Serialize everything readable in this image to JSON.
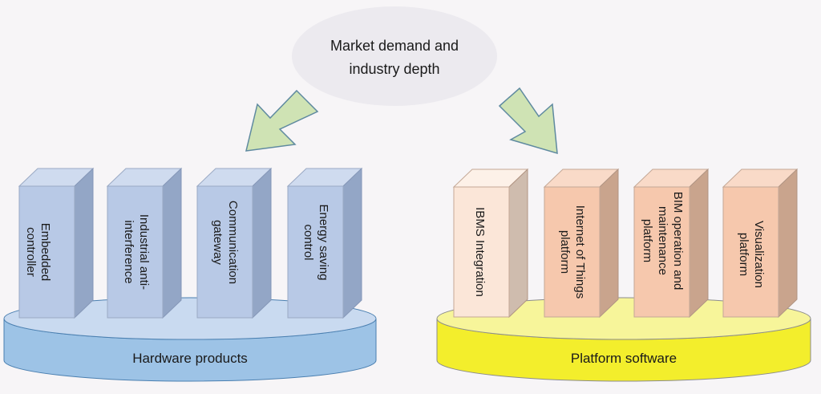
{
  "top_ellipse": {
    "lines": [
      "Market demand and",
      "industry depth"
    ],
    "fill": "#eceaef"
  },
  "arrow_color": "#cfe3b4",
  "arrow_stroke": "#5f8aa0",
  "hardware": {
    "label": "Hardware products",
    "platform_top": "#c9daf0",
    "platform_side": "#9dc3e6",
    "platform_stroke": "#4a7fb0",
    "box_front": "#b8c9e6",
    "box_top": "#cfdbef",
    "box_side": "#93a6c6",
    "boxes": [
      {
        "lines": [
          "Embedded",
          "controller"
        ]
      },
      {
        "lines": [
          "Industrial anti-",
          "interference"
        ]
      },
      {
        "lines": [
          "Communication",
          "gateway"
        ]
      },
      {
        "lines": [
          "Energy saving",
          "control"
        ]
      }
    ]
  },
  "software": {
    "label": "Platform software",
    "platform_top": "#f7f59a",
    "platform_side": "#f3ee2c",
    "platform_stroke": "#8c8c8c",
    "boxes": [
      {
        "lines": [
          "IBMS Integration"
        ],
        "front": "#fbe6d8",
        "top": "#fdf1e8",
        "side": "#cfbcae"
      },
      {
        "lines": [
          "Internet of Things",
          "platform"
        ],
        "front": "#f6c8ad",
        "top": "#f9dac8",
        "side": "#c9a48d"
      },
      {
        "lines": [
          "BIM operation and",
          "maintenance",
          "platform"
        ],
        "front": "#f6c8ad",
        "top": "#f9dac8",
        "side": "#c9a48d"
      },
      {
        "lines": [
          "Visualization",
          "platform"
        ],
        "front": "#f6c8ad",
        "top": "#f9dac8",
        "side": "#c9a48d"
      }
    ]
  }
}
